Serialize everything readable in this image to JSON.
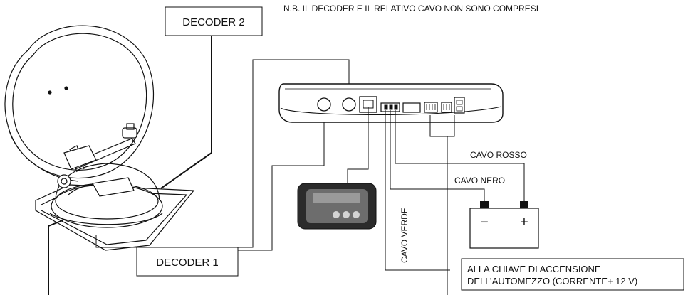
{
  "note": "N.B. IL DECODER E IL RELATIVO CAVO NON SONO COMPRESI",
  "labels": {
    "decoder2": "DECODER 2",
    "decoder1": "DECODER 1",
    "cavo_rosso": "CAVO ROSSO",
    "cavo_nero": "CAVO NERO",
    "cavo_verde": "CAVO VERDE",
    "ignition_line1": "ALLA CHIAVE DI ACCENSIONE",
    "ignition_line2": "DELL’AUTOMEZZO (CORRENTE+ 12 V)"
  },
  "battery": {
    "minus": "−",
    "plus": "+"
  }
}
